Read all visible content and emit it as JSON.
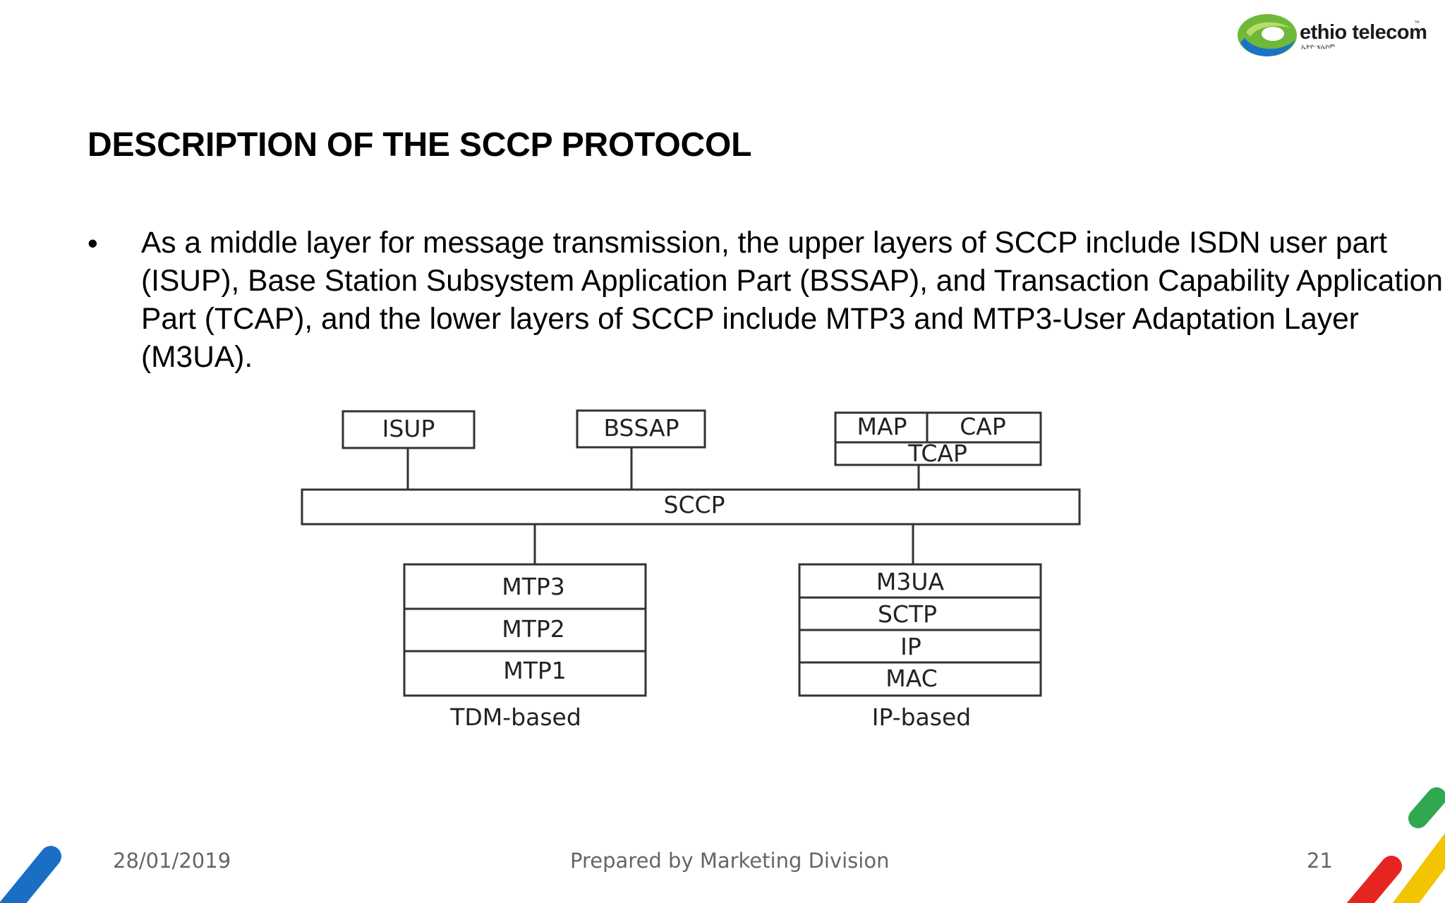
{
  "header": {
    "logo_text": "ethio telecom",
    "logo_tm": "™",
    "logo_subtext": "ኢትዮ ቴሌኮም"
  },
  "slide": {
    "title": "DESCRIPTION OF THE SCCP PROTOCOL",
    "bullet_marker": "•",
    "bullet_text": "As a middle layer for message transmission, the upper layers of SCCP include ISDN user part (ISUP), Base Station Subsystem Application Part (BSSAP), and Transaction Capability Application Part (TCAP), and the lower layers of SCCP include MTP3 and MTP3-User Adaptation Layer (M3UA)."
  },
  "diagram": {
    "isup": "ISUP",
    "bssap": "BSSAP",
    "map": "MAP",
    "cap": "CAP",
    "tcap": "TCAP",
    "sccp": "SCCP",
    "tdm_stack": [
      "MTP3",
      "MTP2",
      "MTP1"
    ],
    "tdm_label": "TDM-based",
    "ip_stack": [
      "M3UA",
      "SCTP",
      "IP",
      "MAC"
    ],
    "ip_label": "IP-based"
  },
  "footer": {
    "date": "28/01/2019",
    "center": "Prepared by Marketing Division",
    "page": "21"
  },
  "colors": {
    "brand_green": "#8cc63f",
    "brand_blue": "#1a73c8",
    "stripe_green": "#2fa84f",
    "stripe_red": "#e52521",
    "stripe_yellow": "#f2c500"
  }
}
